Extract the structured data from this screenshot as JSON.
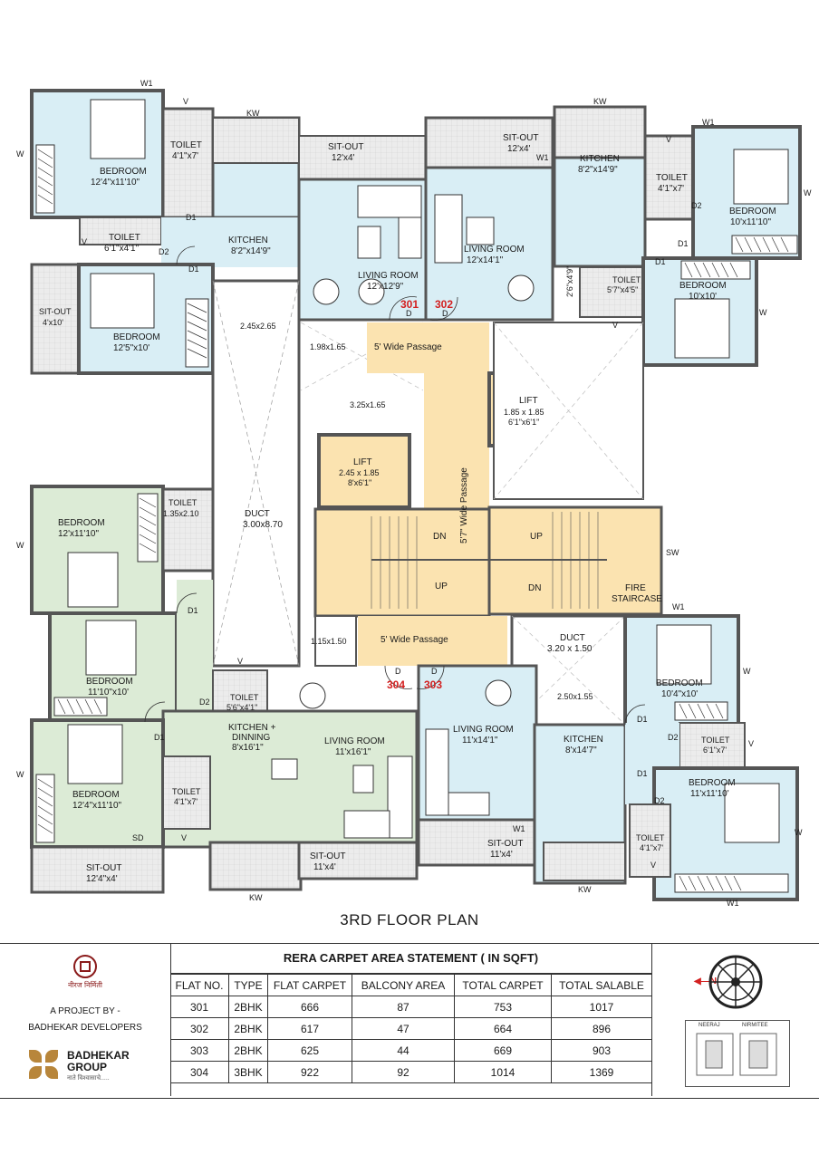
{
  "plan": {
    "rooms": [
      {
        "id": "r1",
        "name": "BEDROOM",
        "size": "12'4\"x11'10\""
      },
      {
        "id": "r2",
        "name": "TOILET",
        "size": "4'1\"x7'"
      },
      {
        "id": "r3",
        "name": "KITCHEN",
        "size": "8'2\"x14'9\""
      },
      {
        "id": "r4",
        "name": "TOILET",
        "size": "6'1\"x4'1\""
      },
      {
        "id": "r5",
        "name": "BEDROOM",
        "size": "12'5\"x10'"
      },
      {
        "id": "r6",
        "name": "SIT-OUT",
        "size": "4'x10'"
      },
      {
        "id": "r7",
        "name": "SIT-OUT",
        "size": "12'x4'"
      },
      {
        "id": "r8",
        "name": "LIVING ROOM",
        "size": "12'x12'9\""
      },
      {
        "id": "r9",
        "name": "SIT-OUT",
        "size": "12'x4'"
      },
      {
        "id": "r10",
        "name": "LIVING ROOM",
        "size": "12'x14'1\""
      },
      {
        "id": "r11",
        "name": "KITCHEN",
        "size": "8'2\"x14'9\""
      },
      {
        "id": "r12",
        "name": "TOILET",
        "size": "4'1\"x7'"
      },
      {
        "id": "r13",
        "name": "BEDROOM",
        "size": "10'x11'10\""
      },
      {
        "id": "r14",
        "name": "TOILET",
        "size": "5'7\"x4'5\""
      },
      {
        "id": "r15",
        "name": "BEDROOM",
        "size": "10'x10'"
      },
      {
        "id": "r16",
        "name": "LIFT",
        "size": "1.85 x 1.85",
        "size2": "6'1\"x6'1\""
      },
      {
        "id": "r17",
        "name": "LIFT",
        "size": "2.45 x 1.85",
        "size2": "8'x6'1\""
      },
      {
        "id": "r18",
        "name": "DUCT",
        "size": "3.00x8.70"
      },
      {
        "id": "r19",
        "name": "BEDROOM",
        "size": "12'x11'10\""
      },
      {
        "id": "r20",
        "name": "TOILET",
        "size": "1.35x2.10"
      },
      {
        "id": "r21",
        "name": "BEDROOM",
        "size": "11'10\"x10'"
      },
      {
        "id": "r22",
        "name": "TOILET",
        "size": "5'6\"x4'1\""
      },
      {
        "id": "r23",
        "name": "KITCHEN +",
        "name2": "DINNING",
        "size": "8'x16'1\""
      },
      {
        "id": "r24",
        "name": "LIVING ROOM",
        "size": "11'x16'1\""
      },
      {
        "id": "r25",
        "name": "BEDROOM",
        "size": "12'4\"x11'10\""
      },
      {
        "id": "r26",
        "name": "TOILET",
        "size": "4'1\"x7'"
      },
      {
        "id": "r27",
        "name": "SIT-OUT",
        "size": "12'4\"x4'"
      },
      {
        "id": "r28",
        "name": "SIT-OUT",
        "size": "11'x4'"
      },
      {
        "id": "r29",
        "name": "LIVING ROOM",
        "size": "11'x14'1\""
      },
      {
        "id": "r30",
        "name": "SIT-OUT",
        "size": "11'x4'"
      },
      {
        "id": "r31",
        "name": "DUCT",
        "size": "3.20 x 1.50"
      },
      {
        "id": "r32",
        "name": "KITCHEN",
        "size": "8'x14'7\""
      },
      {
        "id": "r33",
        "name": "BEDROOM",
        "size": "10'4\"x10'"
      },
      {
        "id": "r34",
        "name": "TOILET",
        "size": "6'1\"x7'"
      },
      {
        "id": "r35",
        "name": "BEDROOM",
        "size": "11'x11'10'"
      },
      {
        "id": "r36",
        "name": "TOILET",
        "size": "4'1\"x7'"
      },
      {
        "id": "r37",
        "name": "FIRE",
        "name2": "STAIRCASE"
      }
    ],
    "passages": {
      "top": "5' Wide Passage",
      "bottom": "5' Wide Passage",
      "vertical": "5'7\" Wide Passage"
    },
    "dims": [
      "2.45x2.65",
      "1.98x1.65",
      "3.25x1.65",
      "1.15x1.50",
      "2.50x1.55",
      "2'6\"x4'9\""
    ],
    "flat_numbers": [
      "301",
      "302",
      "304",
      "303"
    ],
    "stair_labels": {
      "dn": "DN",
      "up": "UP"
    },
    "marks": {
      "w": "W",
      "w1": "W1",
      "v": "V",
      "kw": "KW",
      "sw": "SW",
      "sd": "SD",
      "d": "D",
      "d1": "D1",
      "d2": "D2"
    }
  },
  "title": "3RD FLOOR PLAN",
  "branding": {
    "nirmitee": "नीरज निर्मिती",
    "project_by": "A PROJECT BY -",
    "developer": "BADHEKAR DEVELOPERS",
    "group_line1": "BADHEKAR",
    "group_line2": "GROUP",
    "tagline": "नाते विश्वासाचे....."
  },
  "area_table": {
    "title": "RERA CARPET AREA STATEMENT  ( IN SQFT)",
    "columns": [
      "FLAT NO.",
      "TYPE",
      "FLAT CARPET",
      "BALCONY AREA",
      "TOTAL CARPET",
      "TOTAL SALABLE"
    ],
    "rows": [
      [
        "301",
        "2BHK",
        "666",
        "87",
        "753",
        "1017"
      ],
      [
        "302",
        "2BHK",
        "617",
        "47",
        "664",
        "896"
      ],
      [
        "303",
        "2BHK",
        "625",
        "44",
        "669",
        "903"
      ],
      [
        "304",
        "3BHK",
        "922",
        "92",
        "1014",
        "1369"
      ]
    ]
  },
  "compass": {
    "north": "N"
  },
  "keyplan": {
    "left": "NEERAJ",
    "right": "NIRMITEE"
  },
  "colors": {
    "blue_flats": "#d9eef5",
    "green_flat": "#dcebd6",
    "core": "#fbe3b0",
    "wall": "#555555",
    "tile": "#e9e9e9",
    "flat_no": "#d32020"
  }
}
